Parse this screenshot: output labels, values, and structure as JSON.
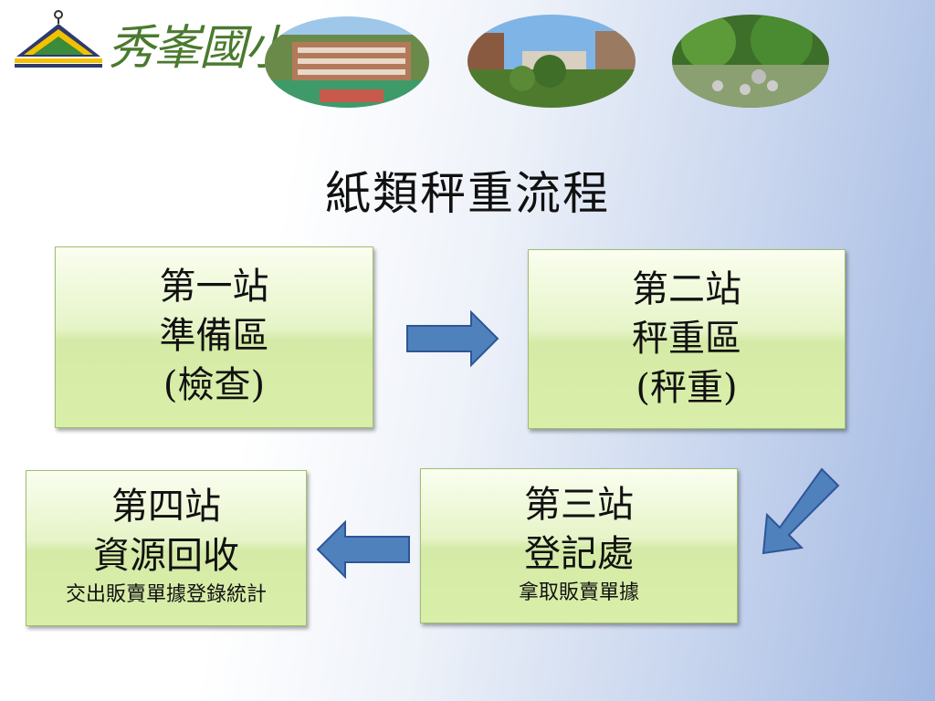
{
  "header": {
    "logo_text": "秀峯國小",
    "photos": [
      "campus-building-photo",
      "campus-courtyard-photo",
      "campus-garden-photo"
    ]
  },
  "title": "紙類秤重流程",
  "stations": [
    {
      "name": "第一站",
      "area": "準備區",
      "note": "(檢查)"
    },
    {
      "name": "第二站",
      "area": "秤重區",
      "note": "(秤重)"
    },
    {
      "name": "第三站",
      "area": "登記處",
      "note": "拿取販賣單據"
    },
    {
      "name": "第四站",
      "area": "資源回收",
      "note": "交出販賣單據登錄統計"
    }
  ],
  "colors": {
    "box_fill": "#d9efa9",
    "box_border": "#9fbf6e",
    "arrow_fill": "#4f81bd",
    "arrow_stroke": "#2f5597",
    "logo_green": "#4a7a2e"
  },
  "icons": [
    "right-arrow-icon",
    "down-left-arrow-icon",
    "left-arrow-icon"
  ]
}
